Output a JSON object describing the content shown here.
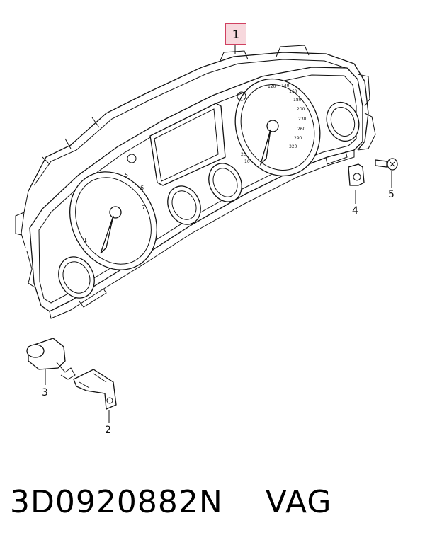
{
  "part_number": "3D0920882N",
  "brand": "VAG",
  "callouts": {
    "c1": "1",
    "c2": "2",
    "c3": "3",
    "c4": "4",
    "c5": "5"
  },
  "speedometer_scale": [
    "10",
    "20",
    "120",
    "140",
    "160",
    "180",
    "200",
    "230",
    "260",
    "290",
    "320"
  ],
  "tachometer_scale": [
    "1",
    "5",
    "6",
    "7"
  ]
}
